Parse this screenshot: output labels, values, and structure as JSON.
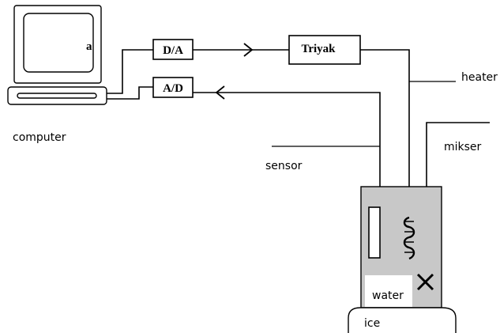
{
  "blocks": {
    "da": "D/A",
    "ad": "A/D",
    "triyak": "Triyak"
  },
  "labels": {
    "computer": "computer",
    "heater": "heater",
    "sensor": "sensor",
    "mikser": "mikser",
    "water": "water",
    "ice": "ice"
  },
  "colors": {
    "line": "#000000",
    "tank_fill": "#c8c8c8",
    "background": "#ffffff"
  }
}
